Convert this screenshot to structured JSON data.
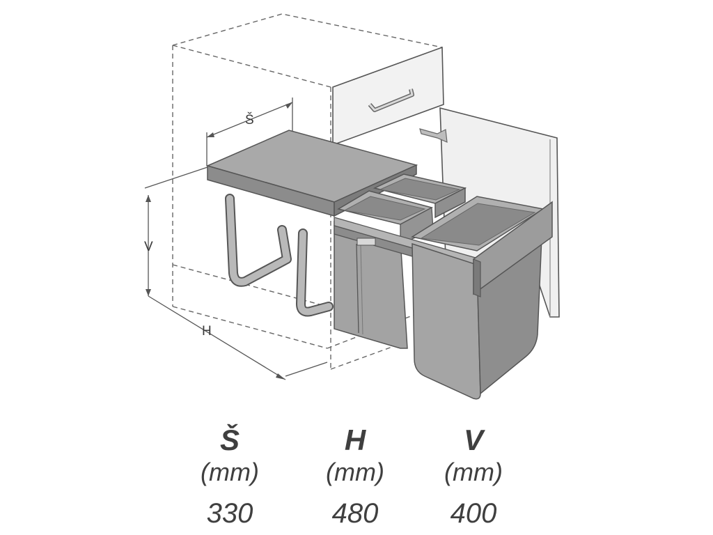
{
  "diagram": {
    "labels": {
      "width_label": "Š",
      "depth_label": "H",
      "height_label": "V"
    }
  },
  "specs": [
    {
      "letter": "Š",
      "unit": "(mm)",
      "value": "330"
    },
    {
      "letter": "H",
      "unit": "(mm)",
      "value": "480"
    },
    {
      "letter": "V",
      "unit": "(mm)",
      "value": "400"
    }
  ],
  "colors": {
    "bin_fill": "#9a9a9a",
    "bin_dark": "#7f7f7f",
    "bin_light": "#b3b3b3",
    "cabinet_fill": "#efefef",
    "line": "#555555",
    "text": "#3f3f3f"
  }
}
